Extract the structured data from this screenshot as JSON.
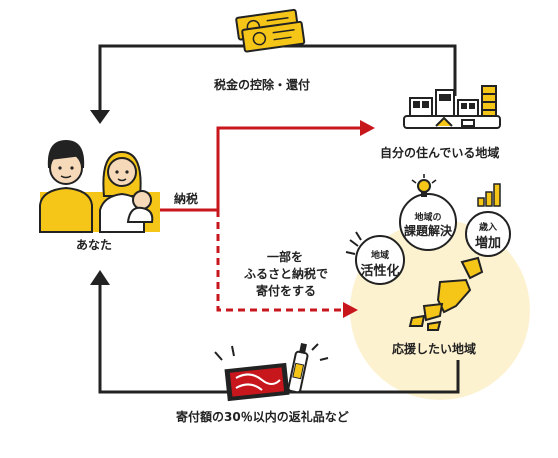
{
  "labels": {
    "tax_deduction": "税金の控除・還付",
    "own_region": "自分の住んでいる地域",
    "you": "あなた",
    "tax_payment": "納税",
    "furusato_line1": "一部を",
    "furusato_line2": "ふるさと納税で",
    "furusato_line3": "寄付をする",
    "support_region": "応援したい地域",
    "return_gifts": "寄付額の30％以内の返礼品など"
  },
  "bubbles": {
    "left_small": "地域",
    "left_big": "活性化",
    "mid_small": "地域の",
    "mid_big": "課題解決",
    "right_small": "歳入",
    "right_big": "増加"
  },
  "colors": {
    "flow_black": "#222222",
    "flow_red": "#c8161d",
    "accent_yellow": "#f5c518",
    "region_bg": "#fdf2d0",
    "skin": "#f6d9b8"
  },
  "icons": [
    "money-bills-icon",
    "town-buildings-icon",
    "family-icon",
    "japan-map-icon",
    "gift-box-icon",
    "lightbulb-icon",
    "bar-chart-icon",
    "sparkle-icon"
  ]
}
